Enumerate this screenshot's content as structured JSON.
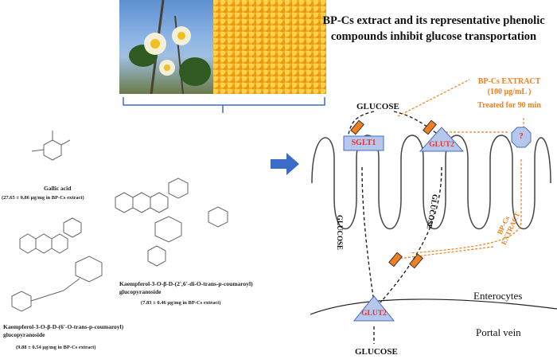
{
  "title": "BP-Cs extract and its representative phenolic compounds inhibit glucose transportation",
  "compounds": [
    {
      "name": "Gallic acid",
      "amount": "(27.65 ± 0.86 µg/mg in BP-Cs extract)"
    },
    {
      "name_line1": "Kaempferol-3-O-β-D-(2',6'-di-O-trans-p-coumaroyl)",
      "name_line2": "glucopyranoside",
      "amount": "(7.83 ± 0.46  µg/mg in BP-Cs extract)"
    },
    {
      "name_line1": "Kaempferol-3-O-β-D-(6'-O-trans-p-coumaroyl)",
      "name_line2": "glucopyranoside",
      "amount": "(9.88 ± 0.54 µg/mg in BP-Cs extract)"
    }
  ],
  "diagram": {
    "glucose_top": "GLUCOSE",
    "glucose_bottom": "GLUCOSE",
    "extract_line1": "BP-Cs EXTRACT",
    "extract_line2": "(100 µg/mL )",
    "treated": "Treated for 90 min",
    "sglt1": "SGLT1",
    "glut2_top": "GLUT2",
    "unknown": "?",
    "glut2_bottom": "GLUT2",
    "glucose_vertical_left": "GLUCOSE",
    "glucose_vertical_right": "GLUCOSE",
    "extract_diag_line1": "BP-Cs",
    "extract_diag_line2": "EXTRACT",
    "enterocytes": "Enterocytes",
    "portal_vein": "Portal vein"
  },
  "colors": {
    "orange": "#f07f1f",
    "transporter_fill": "#b5c8ec",
    "transporter_border": "#4a6cc0",
    "label_red": "#e8322e",
    "arrow_blue": "#3a6cc8"
  }
}
